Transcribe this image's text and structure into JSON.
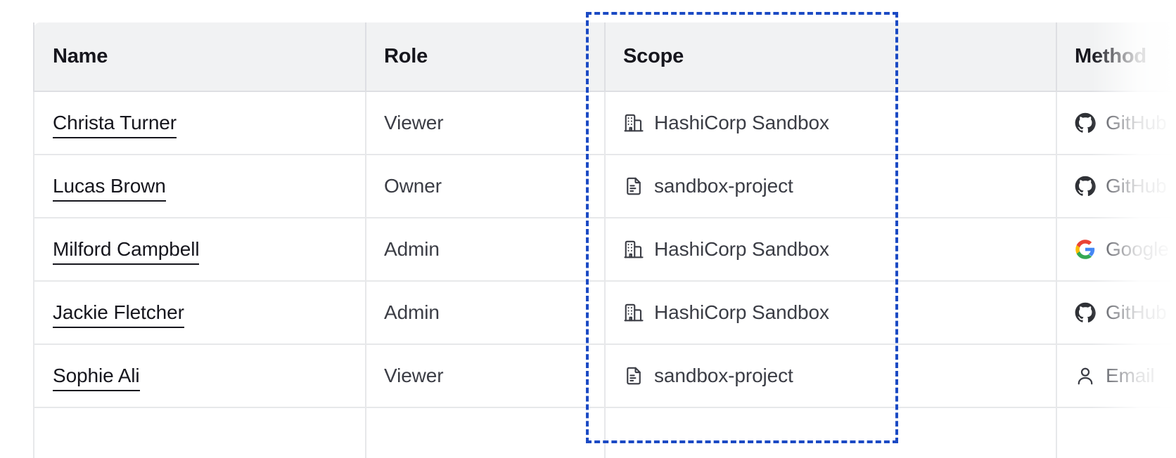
{
  "table": {
    "columns": [
      {
        "key": "name",
        "label": "Name"
      },
      {
        "key": "role",
        "label": "Role"
      },
      {
        "key": "scope",
        "label": "Scope"
      },
      {
        "key": "method",
        "label": "Method"
      }
    ],
    "rows": [
      {
        "name": "Christa Turner",
        "role": "Viewer",
        "scope": "HashiCorp Sandbox",
        "scope_icon": "organization-icon",
        "method": "GitHub",
        "method_icon": "github-icon"
      },
      {
        "name": "Lucas Brown",
        "role": "Owner",
        "scope": "sandbox-project",
        "scope_icon": "project-icon",
        "method": "GitHub",
        "method_icon": "github-icon"
      },
      {
        "name": "Milford Campbell",
        "role": "Admin",
        "scope": "HashiCorp Sandbox",
        "scope_icon": "organization-icon",
        "method": "Google",
        "method_icon": "google-icon"
      },
      {
        "name": "Jackie Fletcher",
        "role": "Admin",
        "scope": "HashiCorp Sandbox",
        "scope_icon": "organization-icon",
        "method": "GitHub",
        "method_icon": "github-icon"
      },
      {
        "name": "Sophie Ali",
        "role": "Viewer",
        "scope": "sandbox-project",
        "scope_icon": "project-icon",
        "method": "Email",
        "method_icon": "user-icon"
      }
    ]
  },
  "highlight": {
    "name": "scope-column-highlight",
    "color": "#1b4ac4",
    "style": "dashed"
  },
  "colors": {
    "header_bg": "#f1f2f3",
    "header_text": "#16161d",
    "body_text": "#3b3d45",
    "link_text": "#16161d",
    "border": "#e7e8ea",
    "highlight": "#1b4ac4",
    "google_blue": "#4285f4",
    "google_red": "#ea4335",
    "google_yellow": "#fbbc05",
    "google_green": "#34a853"
  }
}
